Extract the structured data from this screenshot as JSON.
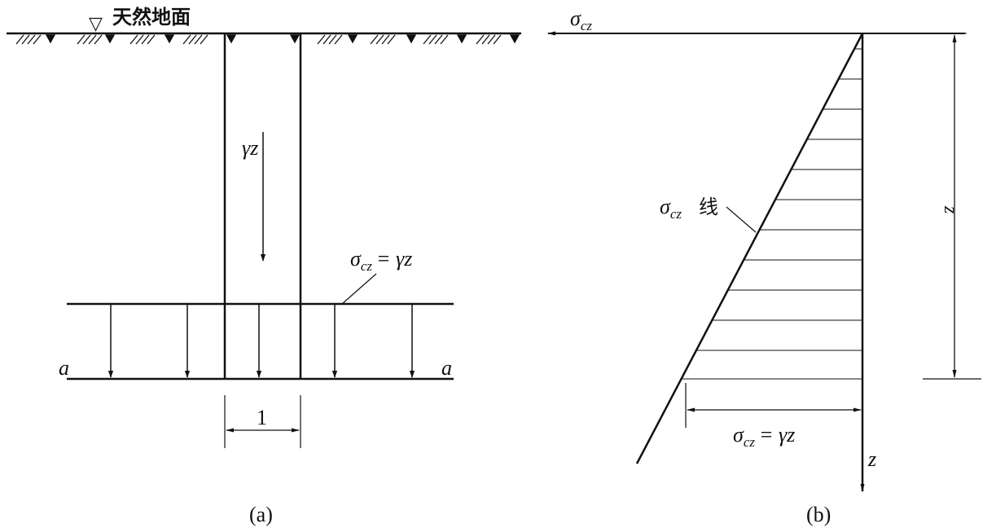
{
  "panel_a": {
    "ground_label": "天然地面",
    "ground_marker": "▽",
    "load_label": "γz",
    "stress_label": "σ",
    "stress_sub": "cz",
    "stress_eq": "= γz",
    "plane_left": "a",
    "plane_right": "a",
    "width_label": "1",
    "caption": "(a)"
  },
  "panel_b": {
    "axis_label": "σ",
    "axis_sub": "cz",
    "line_label_sym": "σ",
    "line_label_sub": "cz",
    "line_label_text": "线",
    "stress_label": "σ",
    "stress_sub": "cz",
    "stress_eq": "= γz",
    "depth_axis": "z",
    "depth_dim": "z",
    "caption": "(b)"
  },
  "colors": {
    "ink": "#111111",
    "background": "#ffffff"
  }
}
